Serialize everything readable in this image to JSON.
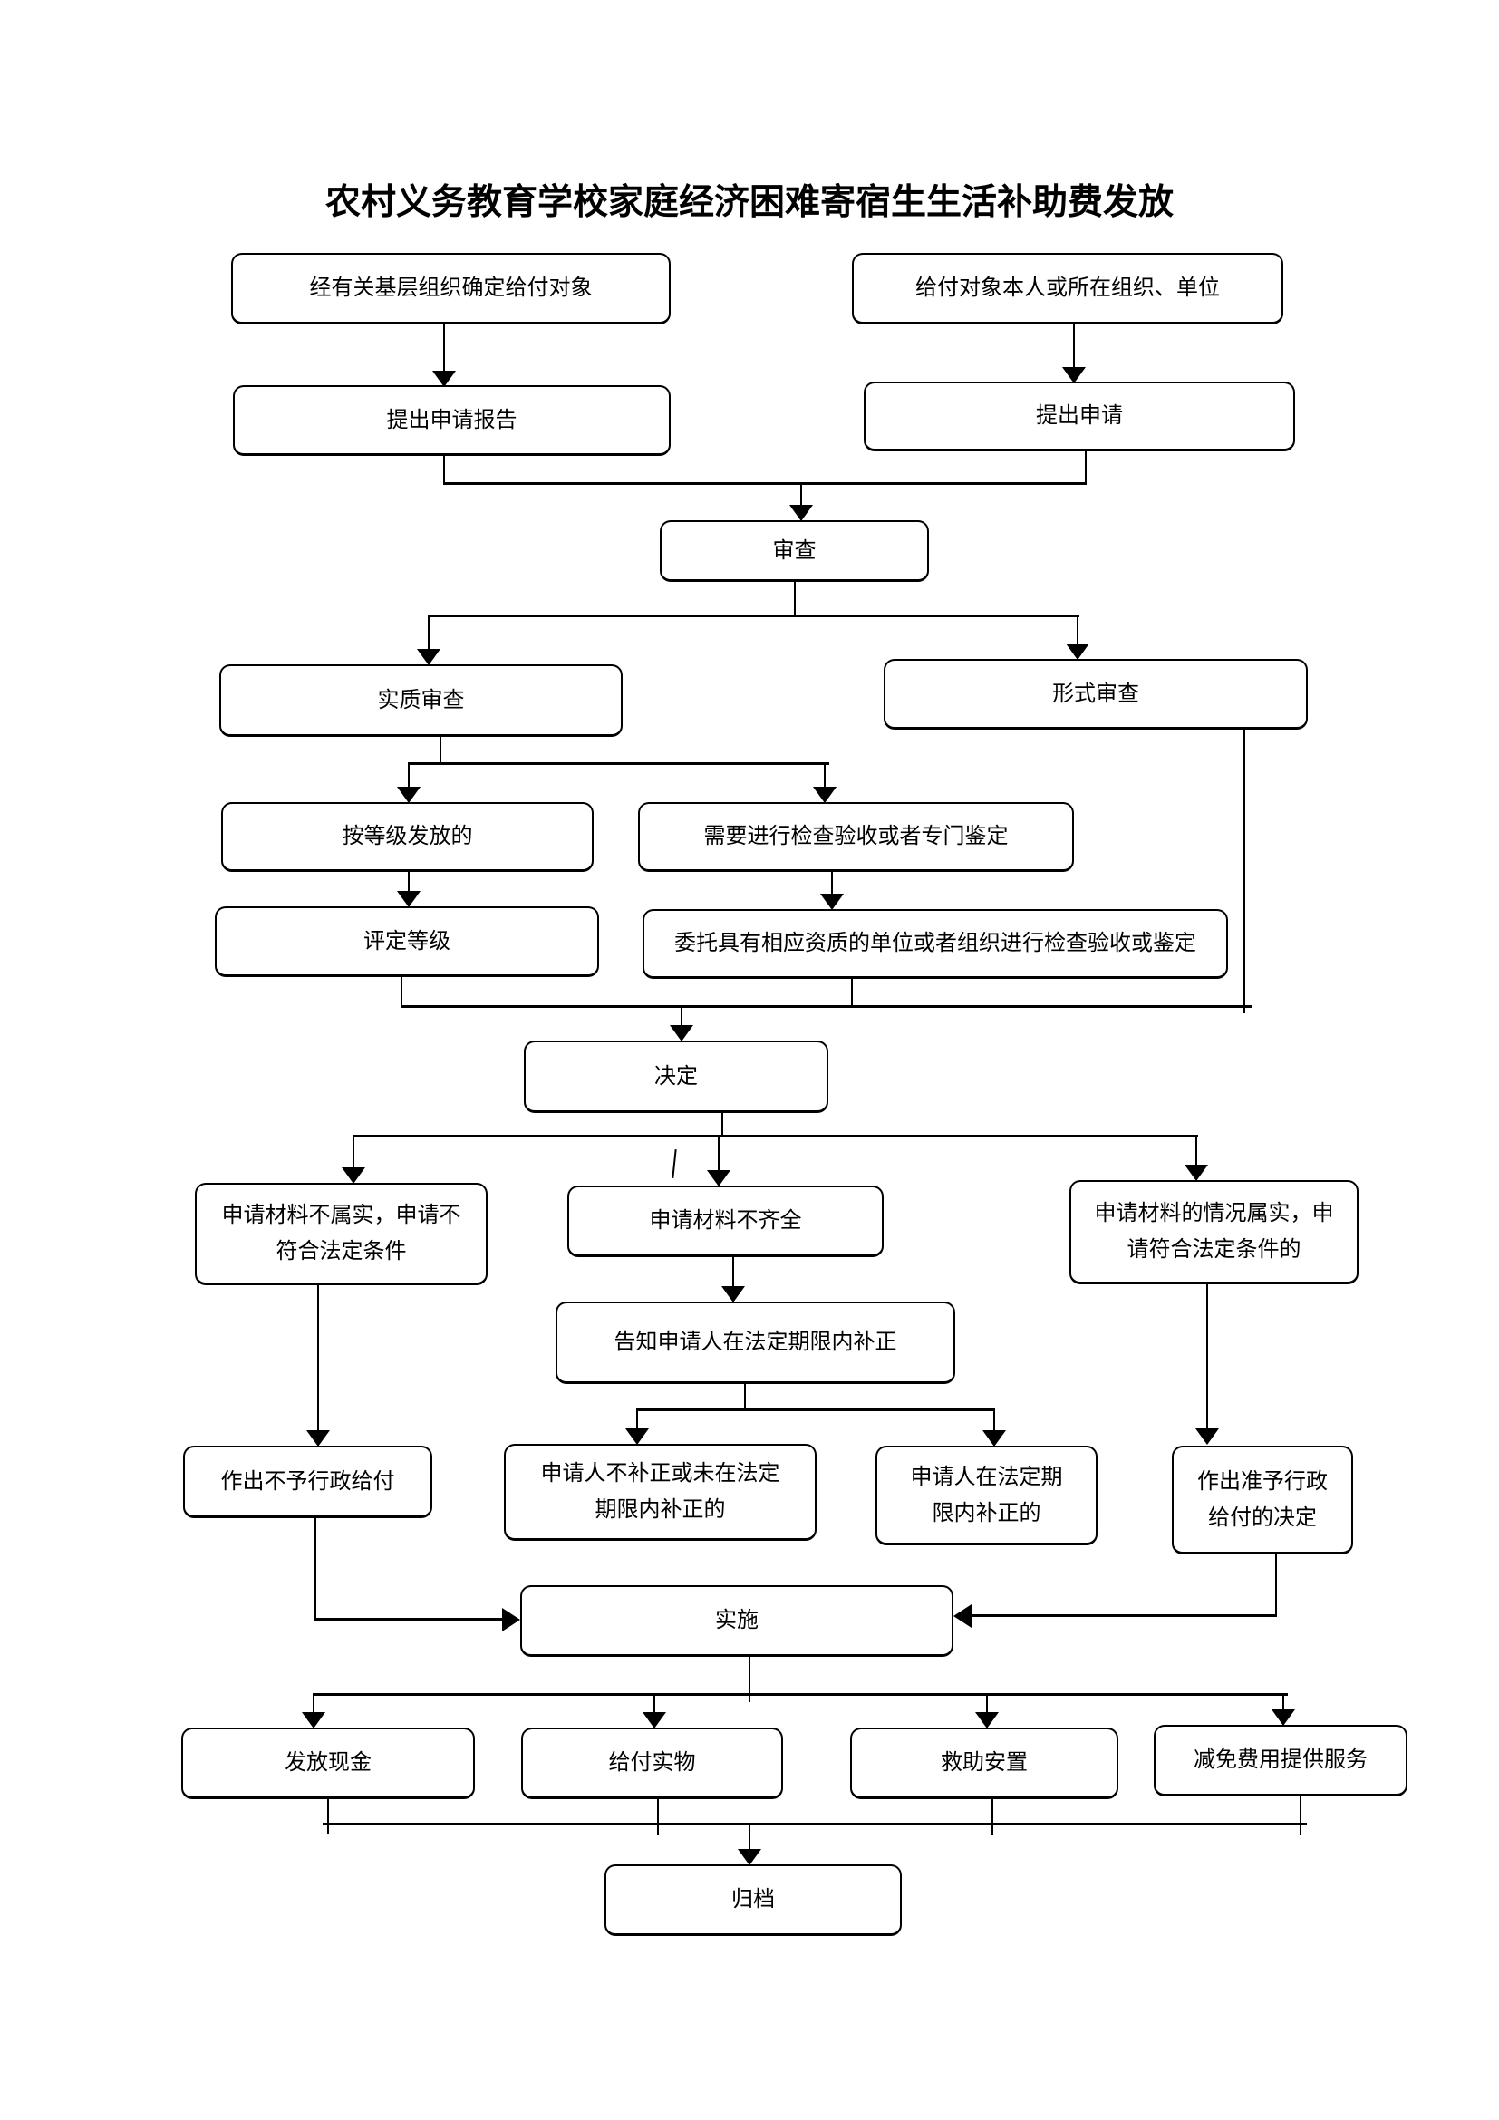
{
  "title": "农村义务教育学校家庭经济困难寄宿生生活补助费发放",
  "nodes": {
    "determine_target": "经有关基层组织确定给付对象",
    "target_self_org": "给付对象本人或所在组织、单位",
    "submit_report": "提出申请报告",
    "submit_application": "提出申请",
    "review": "审查",
    "substantive_review": "实质审查",
    "formal_review": "形式审查",
    "by_grade": "按等级发放的",
    "need_inspection": "需要进行检查验收或者专门鉴定",
    "grade_assessment": "评定等级",
    "entrust_inspection": "委托具有相应资质的单位或者组织进行检查验收或鉴定",
    "decision": "决定",
    "material_untrue": {
      "line1": "申请材料不属实，申请不",
      "line2": "符合法定条件"
    },
    "material_incomplete": "申请材料不齐全",
    "material_true": {
      "line1": "申请材料的情况属实，申",
      "line2": "请符合法定条件的"
    },
    "notify_correction": "告知申请人在法定期限内补正",
    "not_corrected": {
      "line1": "申请人不补正或未在法定",
      "line2": "期限内补正的"
    },
    "corrected": {
      "line1": "申请人在法定期",
      "line2": "限内补正的"
    },
    "deny_grant": "作出不予行政给付",
    "approve_grant": {
      "line1": "作出准予行政",
      "line2": "给付的决定"
    },
    "implement": "实施",
    "cash": "发放现金",
    "in_kind": "给付实物",
    "resettlement": "救助安置",
    "fee_waiver": "减免费用提供服务",
    "archive": "归档"
  }
}
